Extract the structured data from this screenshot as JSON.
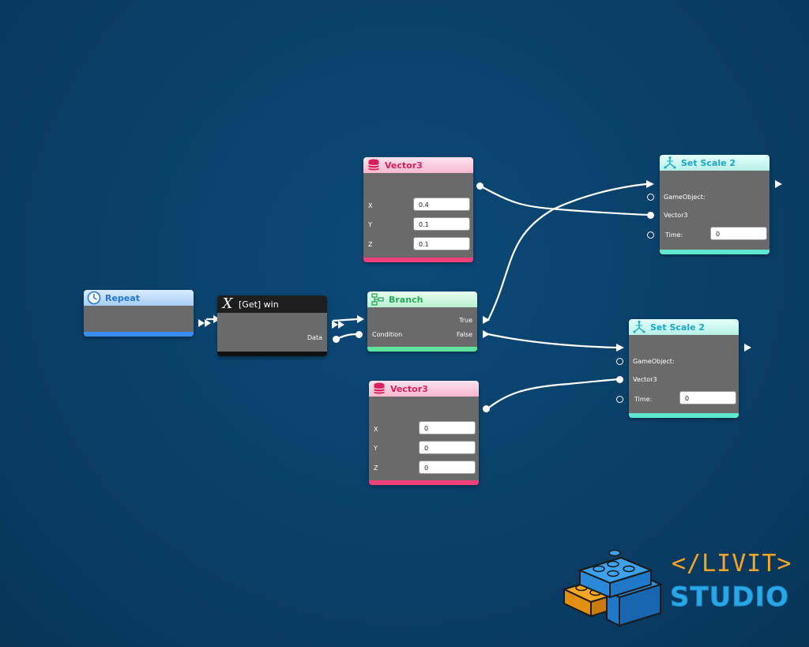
{
  "nodes": {
    "repeat": {
      "title": "Repeat"
    },
    "get_win": {
      "title": "[Get] win",
      "icon_glyph": "X",
      "output_label": "Data"
    },
    "branch": {
      "title": "Branch",
      "out_true": "True",
      "out_false": "False",
      "in_condition": "Condition"
    },
    "vector3_top": {
      "title": "Vector3",
      "x_label": "X",
      "y_label": "Y",
      "z_label": "Z",
      "x": "0.4",
      "y": "0.1",
      "z": "0.1"
    },
    "vector3_bottom": {
      "title": "Vector3",
      "x_label": "X",
      "y_label": "Y",
      "z_label": "Z",
      "x": "0",
      "y": "0",
      "z": "0"
    },
    "set_scale_top": {
      "title": "Set Scale 2",
      "gameobject_label": "GameObject:",
      "vector3_label": "Vector3",
      "time_label": "Time:",
      "time": "0"
    },
    "set_scale_bottom": {
      "title": "Set Scale 2",
      "gameobject_label": "GameObject:",
      "vector3_label": "Vector3",
      "time_label": "Time:",
      "time": "0"
    }
  },
  "logo": {
    "line1": "</LIVIT>",
    "line2": "STUDIO"
  },
  "colors": {
    "background": "#0a3f68",
    "node_body": "#6a6a6a",
    "repeat_accent": "#3b8ef0",
    "branch_accent": "#5fe39a",
    "vector_accent": "#f0407a",
    "scale_accent": "#5ee8d2",
    "logo_orange": "#f5a623",
    "logo_blue": "#29a8e8"
  }
}
